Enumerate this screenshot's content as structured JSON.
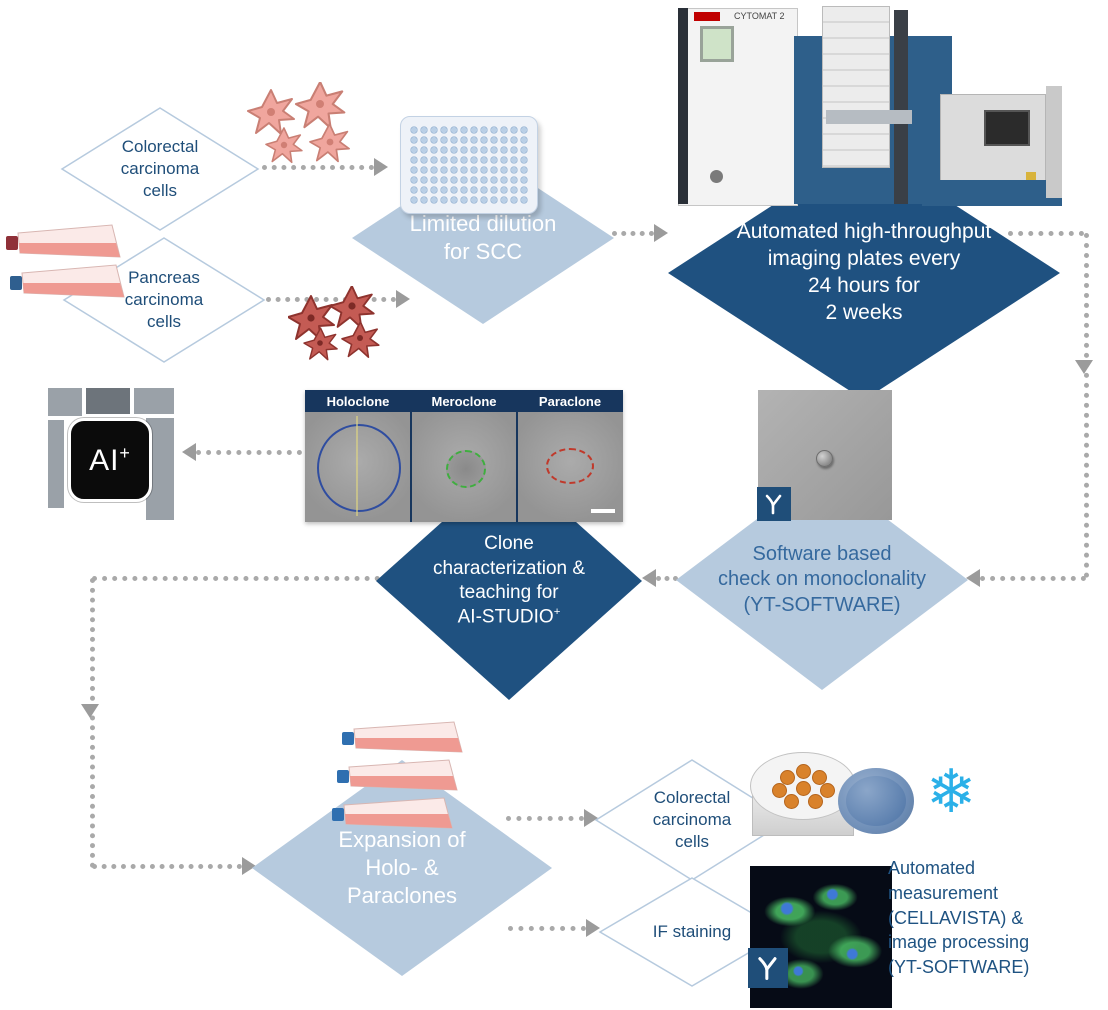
{
  "colors": {
    "dark_blue": "#1f5180",
    "light_blue": "#b6cade",
    "text_blue": "#1f4e79",
    "snowflake_blue": "#2bb0e8",
    "arrow_gray": "#a9a9a9"
  },
  "nodes": {
    "colorectal_top": {
      "label": "Colorectal\ncarcinoma\ncells"
    },
    "pancreas": {
      "label": "Pancreas\ncarcinoma\ncells"
    },
    "limited_dilution": {
      "label": "Limited dilution\nfor SCC"
    },
    "imaging": {
      "label": "Automated high-throughput\nimaging plates every\n24 hours for\n2 weeks"
    },
    "monoclonality": {
      "label": "Software based\ncheck on monoclonality\n(YT-SOFTWARE)"
    },
    "clone_characterization": {
      "label": "Clone\ncharacterization &\nteaching for\nAI-STUDIO",
      "sup": "+"
    },
    "expansion": {
      "label": "Expansion of\nHolo- &\nParaclones"
    },
    "colorectal_bottom": {
      "label": "Colorectal\ncarcinoma\ncells"
    },
    "if_staining": {
      "label": "IF staining"
    }
  },
  "clone_image": {
    "panels": [
      "Holoclone",
      "Meroclone",
      "Paraclone"
    ]
  },
  "ai_logo": {
    "text": "AI",
    "sup": "+"
  },
  "instrument": {
    "model": "CYTOMAT 2"
  },
  "annotation": {
    "cellavista": "Automated\nmeasurement\n(CELLAVISTA) &\nimage processing\n(YT-SOFTWARE)"
  },
  "icons": {
    "snowflake": "❄"
  }
}
